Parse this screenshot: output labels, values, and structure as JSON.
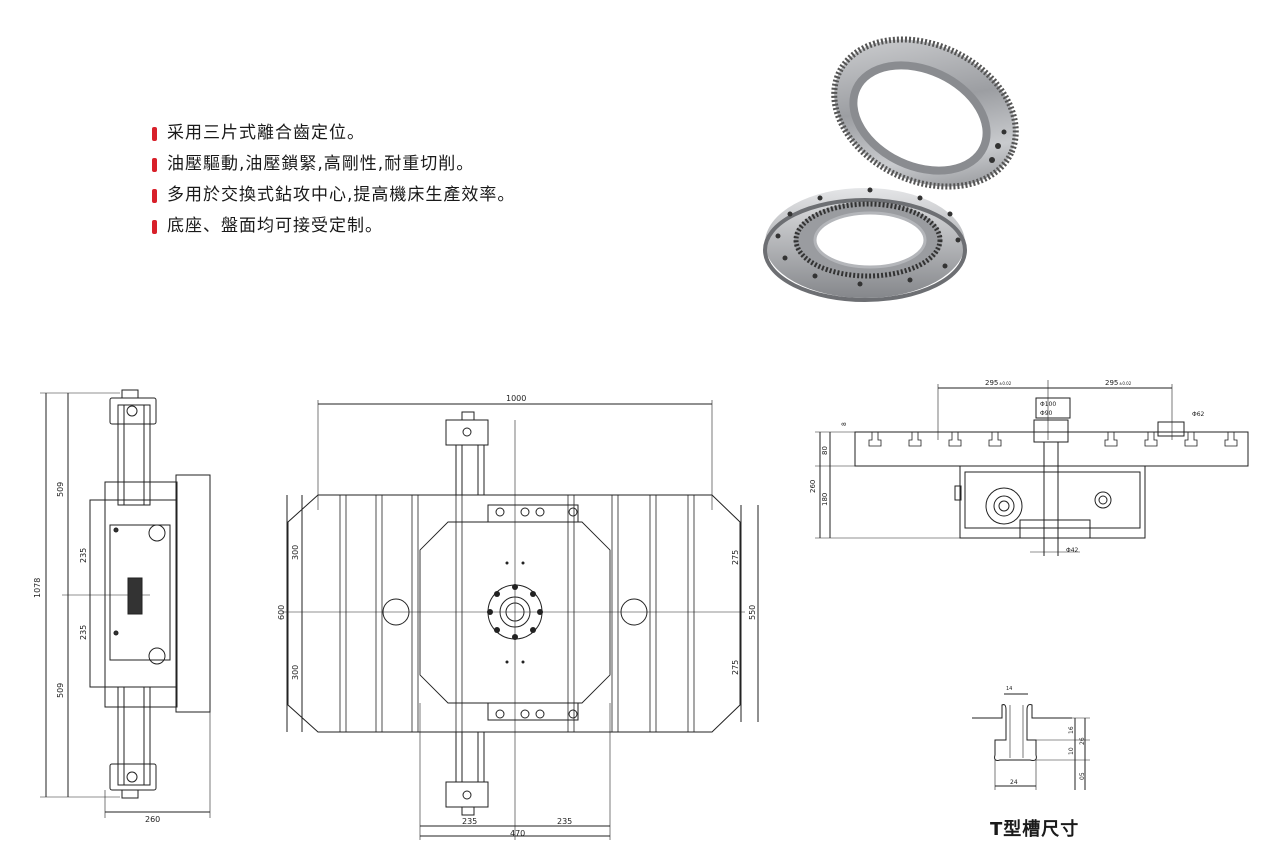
{
  "features": [
    "采用三片式離合齒定位。",
    "油壓驅動,油壓鎖緊,高剛性,耐重切削。",
    "多用於交換式鉆攻中心,提高機床生產效率。",
    "底座、盤面均可接受定制。"
  ],
  "colors": {
    "bullet": "#d8202a",
    "line": "#222222"
  },
  "dims": {
    "side_total": "1078",
    "side_upper": "509",
    "side_lower": "509",
    "side_mid_upper": "235",
    "side_mid_lower": "235",
    "side_width": "260",
    "top_width": "1000",
    "top_height": "600",
    "top_left_upper": "300",
    "top_left_lower": "300",
    "top_right_total": "550",
    "top_right_upper": "275",
    "top_right_lower": "275",
    "top_bottom_a": "235",
    "top_bottom_b": "235",
    "top_bottom_total": "470",
    "front_slot_left": "295",
    "front_slot_right": "295",
    "front_tol": "±0.02",
    "front_bore1": "Φ100",
    "front_bore2": "Φ90",
    "front_pin": "Φ62",
    "front_small": "8",
    "front_h80": "80",
    "front_h260": "260",
    "front_h180": "180",
    "front_shaft": "Φ42",
    "slot_width": "14",
    "slot_16": "16",
    "slot_26": "26",
    "slot_10": "10",
    "slot_24": "24",
    "slot_05": "05"
  },
  "caption": "T型槽尺寸"
}
